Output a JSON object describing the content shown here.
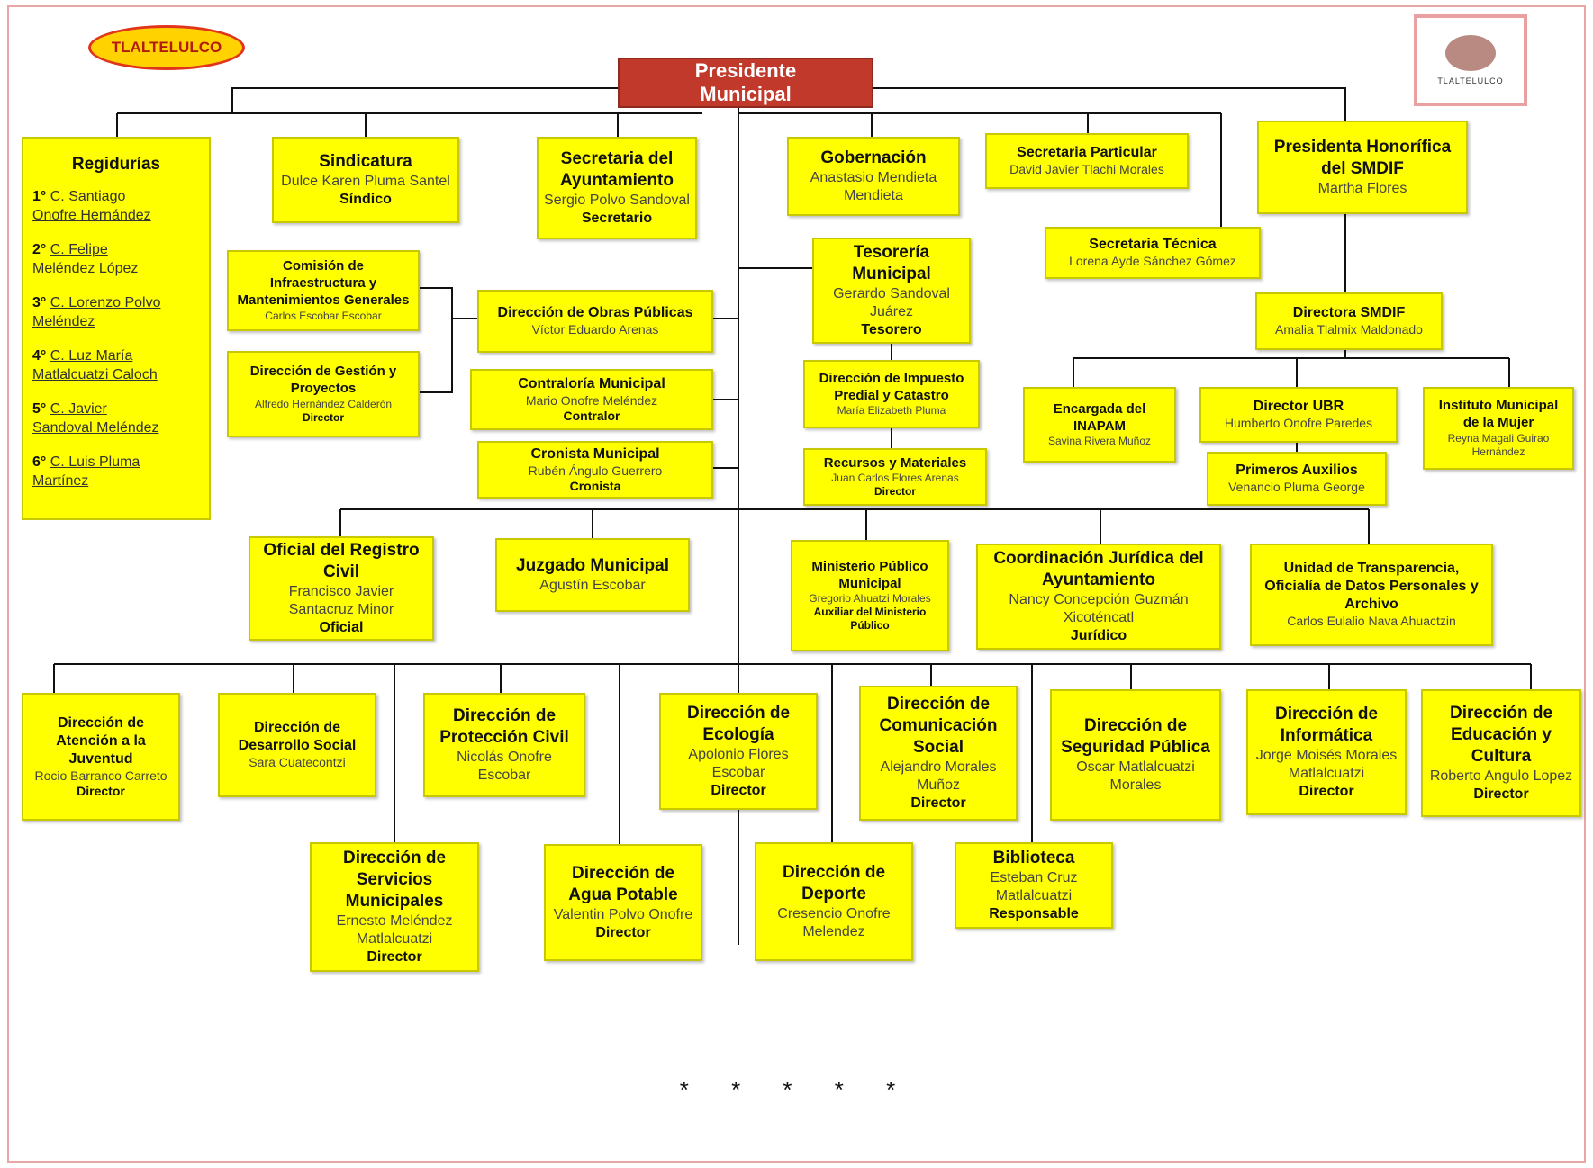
{
  "logo": {
    "text": "TLALTELULCO"
  },
  "seal": {
    "text": "TLALTELULCO"
  },
  "president": {
    "line1": "Presidente",
    "line2": "Municipal"
  },
  "regidurias": {
    "title": "Regidurías",
    "items": [
      {
        "ord": "1°",
        "line1": "C. Santiago",
        "line2": "Onofre Hernández"
      },
      {
        "ord": "2°",
        "line1": "C. Felipe",
        "line2": "Meléndez López"
      },
      {
        "ord": "3°",
        "line1": "C. Lorenzo Polvo",
        "line2": "Meléndez"
      },
      {
        "ord": "4°",
        "line1": "C. Luz María",
        "line2": "Matlalcuatzi Caloch"
      },
      {
        "ord": "5°",
        "line1": "C. Javier",
        "line2": "Sandoval Meléndez"
      },
      {
        "ord": "6°",
        "line1": "C. Luis Pluma",
        "line2": "Martínez"
      }
    ]
  },
  "units": {
    "sindicatura": {
      "title": "Sindicatura",
      "name": "Dulce Karen Pluma Santel",
      "role": "Síndico"
    },
    "sec_ayuntamiento": {
      "title": "Secretaria del Ayuntamiento",
      "name": "Sergio Polvo Sandoval",
      "role": "Secretario"
    },
    "gobernacion": {
      "title": "Gobernación",
      "name": "Anastasio Mendieta Mendieta",
      "role": ""
    },
    "sec_particular": {
      "title": "Secretaria Particular",
      "name": "David Javier Tlachi Morales",
      "role": ""
    },
    "presidenta_smdif": {
      "title": "Presidenta Honorífica del SMDIF",
      "name": "Martha Flores",
      "role": ""
    },
    "comision_infra": {
      "title": "Comisión de Infraestructura y Mantenimientos Generales",
      "name": "Carlos Escobar Escobar",
      "role": ""
    },
    "gestion": {
      "title": "Dirección de Gestión y Proyectos",
      "name": "Alfredo Hernández Calderón",
      "role": "Director"
    },
    "obras": {
      "title": "Dirección de Obras Públicas",
      "name": "Víctor Eduardo Arenas",
      "role": ""
    },
    "contraloria": {
      "title": "Contraloría Municipal",
      "name": "Mario Onofre Meléndez",
      "role": "Contralor"
    },
    "cronista": {
      "title": "Cronista Municipal",
      "name": "Rubén Ángulo Guerrero",
      "role": "Cronista"
    },
    "tesoreria": {
      "title": "Tesorería Municipal",
      "name": "Gerardo Sandoval Juárez",
      "role": "Tesorero"
    },
    "predial": {
      "title": "Dirección de Impuesto Predial y Catastro",
      "name": "María Elizabeth Pluma",
      "role": ""
    },
    "recursos": {
      "title": "Recursos y Materiales",
      "name": "Juan Carlos Flores Arenas",
      "role": "Director"
    },
    "sec_tecnica": {
      "title": "Secretaria Técnica",
      "name": "Lorena Ayde Sánchez Gómez",
      "role": ""
    },
    "directora_smdif": {
      "title": "Directora SMDIF",
      "name": "Amalia Tlalmix Maldonado",
      "role": ""
    },
    "inapam": {
      "title": "Encargada del INAPAM",
      "name": "Savina Rivera Muñoz",
      "role": ""
    },
    "ubr": {
      "title": "Director UBR",
      "name": "Humberto Onofre Paredes",
      "role": ""
    },
    "mujer": {
      "title": "Instituto Municipal de la Mujer",
      "name": "Reyna Magali Guirao Hernández",
      "role": ""
    },
    "auxilios": {
      "title": "Primeros Auxilios",
      "name": "Venancio Pluma George",
      "role": ""
    },
    "registro": {
      "title": "Oficial del Registro Civil",
      "name": "Francisco Javier Santacruz Minor",
      "role": "Oficial"
    },
    "juzgado": {
      "title": "Juzgado Municipal",
      "name": "Agustín Escobar",
      "role": ""
    },
    "ministerio": {
      "title": "Ministerio Público Municipal",
      "name": "Gregorio Ahuatzi Morales",
      "role": "Auxiliar del Ministerio Público"
    },
    "juridica": {
      "title": "Coordinación Jurídica del Ayuntamiento",
      "name": "Nancy Concepción Guzmán Xicoténcatl",
      "role": "Jurídico"
    },
    "transparencia": {
      "title": "Unidad de Transparencia, Oficialía de Datos Personales y Archivo",
      "name": "Carlos Eulalio Nava Ahuactzin",
      "role": ""
    },
    "juventud": {
      "title": "Dirección de Atención a la Juventud",
      "name": "Rocio Barranco Carreto",
      "role": "Director"
    },
    "desarrollo": {
      "title": "Dirección de Desarrollo Social",
      "name": "Sara Cuatecontzi",
      "role": ""
    },
    "proteccion": {
      "title": "Dirección de Protección Civil",
      "name": "Nicolás Onofre Escobar",
      "role": ""
    },
    "ecologia": {
      "title": "Dirección de Ecología",
      "name": "Apolonio Flores Escobar",
      "role": "Director"
    },
    "comunicacion": {
      "title": "Dirección de Comunicación Social",
      "name": "Alejandro Morales Muñoz",
      "role": "Director"
    },
    "seguridad": {
      "title": "Dirección de Seguridad Pública",
      "name": "Oscar Matlalcuatzi Morales",
      "role": ""
    },
    "informatica": {
      "title": "Dirección de Informática",
      "name": "Jorge Moisés Morales Matlalcuatzi",
      "role": "Director"
    },
    "educacion": {
      "title": "Dirección de Educación y Cultura",
      "name": "Roberto Angulo Lopez",
      "role": "Director"
    },
    "servicios": {
      "title": "Dirección de Servicios Municipales",
      "name": "Ernesto Meléndez Matlalcuatzi",
      "role": "Director"
    },
    "agua": {
      "title": "Dirección de Agua Potable",
      "name": "Valentin Polvo Onofre",
      "role": "Director"
    },
    "deporte": {
      "title": "Dirección de Deporte",
      "name": "Cresencio Onofre Melendez",
      "role": ""
    },
    "biblioteca": {
      "title": "Biblioteca",
      "name": "Esteban Cruz Matlalcuatzi",
      "role": "Responsable"
    }
  },
  "footer": {
    "stars": "* * * * *"
  }
}
